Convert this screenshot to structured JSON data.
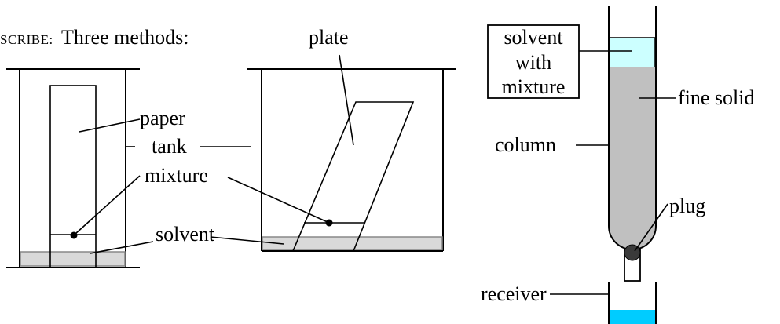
{
  "header": {
    "prefix": "SCRIBE:",
    "title": "Three methods:"
  },
  "labels": {
    "plate": "plate",
    "paper": "paper",
    "tank": "tank",
    "mixture": "mixture",
    "solvent": "solvent",
    "column": "column",
    "fine_solid": "fine solid",
    "plug": "plug",
    "receiver": "receiver",
    "solvent_box_line1": "solvent",
    "solvent_box_line2": "with",
    "solvent_box_line3": "mixture"
  },
  "colors": {
    "solvent_gray": "#d9d9d9",
    "column_fill": "#c0c0c0",
    "solvent_cyan": "#ccffff",
    "receiver_blue": "#00ccff",
    "line": "#000000"
  }
}
